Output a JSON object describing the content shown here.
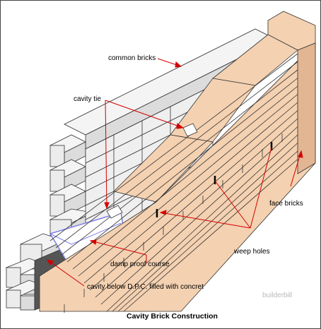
{
  "labels": {
    "common_bricks": "common bricks",
    "cavity_tie": "cavity tie",
    "face_bricks": "face bricks",
    "weep_holes": "weep holes",
    "dpc": "damp  proof course",
    "cavity_fill": "cavity below D.P.C. filled with concret",
    "caption": "Cavity Brick Construction",
    "watermark": "builderbill"
  },
  "colors": {
    "face_brick": "#f4d1b1",
    "face_brick_side": "#e3b693",
    "common_brick": "#f4f4f4",
    "common_brick_side": "#d7d7d7",
    "mortar_line": "#333333",
    "leader_line": "#d40000",
    "dpc": "#7f7fe6"
  }
}
